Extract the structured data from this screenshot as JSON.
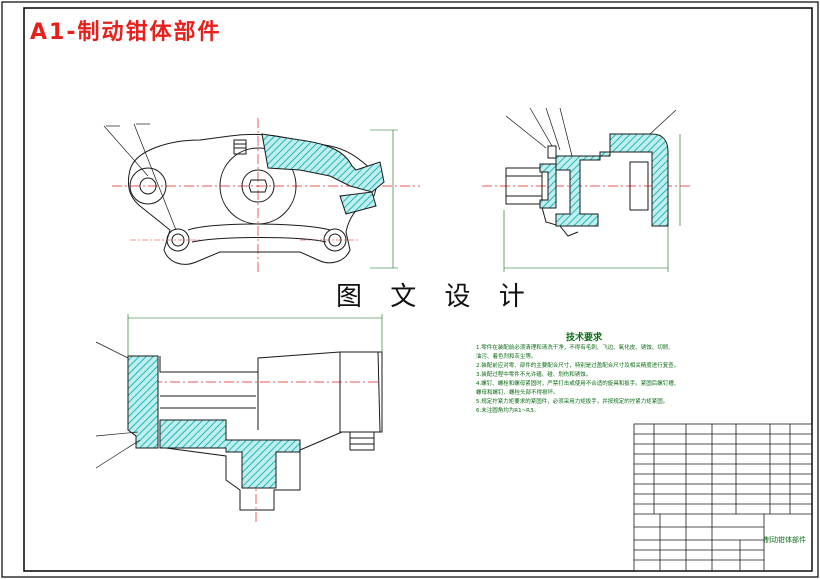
{
  "title": "A1-制动钳体部件",
  "watermark": "图 文 设 计",
  "tech": {
    "heading": "技术要求",
    "lines": [
      "1.零件在装配前必须清理和清洗干净，不得有毛刺、飞边、氧化皮、锈蚀、切屑、",
      "油污、着色剂和灰尘等。",
      "2.装配前应对零、部件的主要配合尺寸，特别是过盈配合尺寸及相关精度进行复查。",
      "3.装配过程中零件不允许磕、碰、划伤和锈蚀。",
      "4.螺钉、螺栓和螺母紧固时，严禁打击或使用不合适的旋具和扳手。紧固后螺钉槽、",
      "螺母和螺钉、螺栓头部不得损坏。",
      "5.规定拧紧力矩要求的紧固件，必须采用力矩扳手，并按规定的拧紧力矩紧固。",
      "6.未注圆角均为R1~R3。"
    ]
  },
  "titleblock": {
    "name": "制动钳体部件"
  },
  "colors": {
    "frame": "#000000",
    "outline": "#1a1a1a",
    "hatch": "#00a8a8",
    "center": "#e8201c",
    "dim": "#0a6a14",
    "title": "#e8201c"
  }
}
